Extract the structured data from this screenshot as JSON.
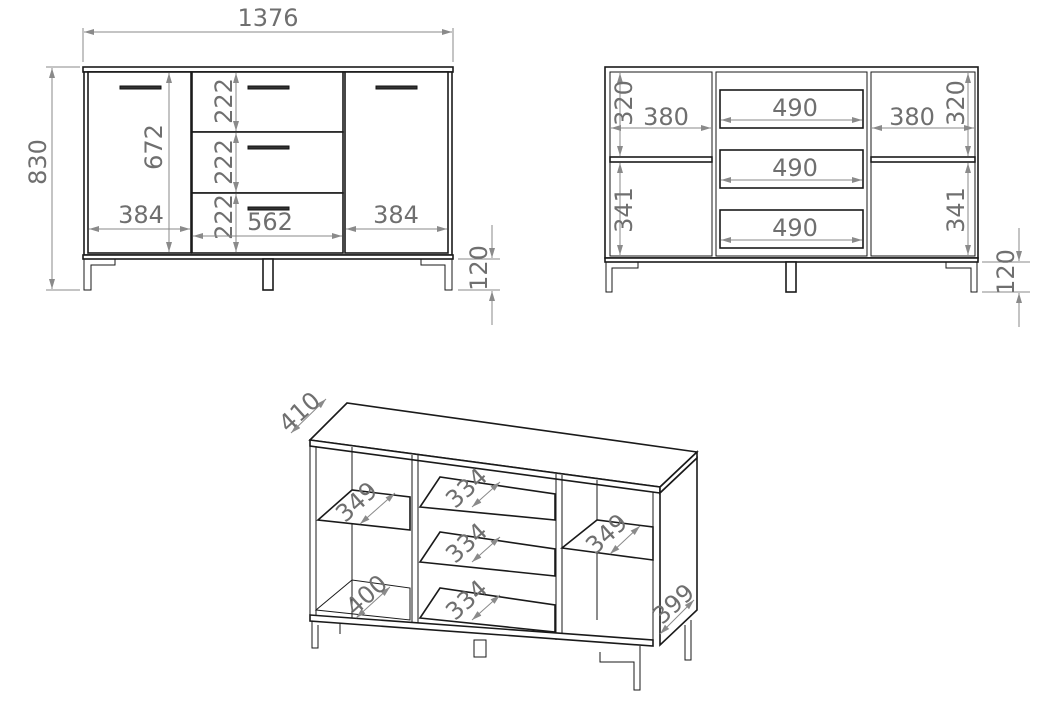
{
  "front_view": {
    "total_width": "1376",
    "total_height": "830",
    "door_height": "672",
    "drawer_heights": [
      "222",
      "222",
      "222"
    ],
    "left_door_width": "384",
    "drawer_width": "562",
    "right_door_width": "384",
    "leg_height": "120"
  },
  "back_view": {
    "left_upper_height": "320",
    "left_width": "380",
    "drawer_inner_widths": [
      "490",
      "490",
      "490"
    ],
    "right_width": "380",
    "right_upper_height": "320",
    "left_lower_height": "341",
    "right_lower_height": "341",
    "leg_height": "120"
  },
  "iso_view": {
    "depth": "410",
    "left_shelf_depth": "349",
    "left_bottom_depth": "400",
    "drawer_depths": [
      "334",
      "334",
      "334"
    ],
    "right_shelf_depth": "349",
    "side_depth": "399"
  }
}
